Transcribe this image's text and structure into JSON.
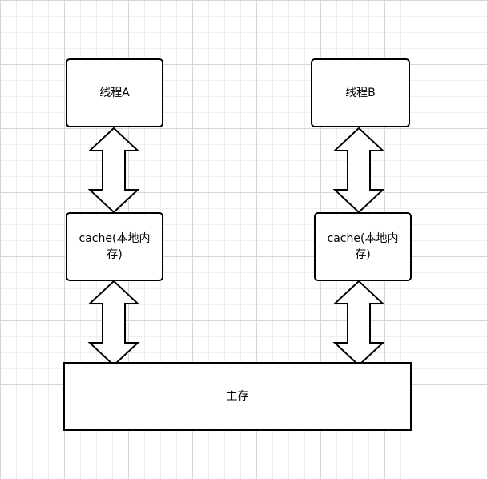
{
  "diagram": {
    "thread_a": {
      "label": "线程A"
    },
    "thread_b": {
      "label": "线程B"
    },
    "cache_a": {
      "label": "cache(本地内存)"
    },
    "cache_b": {
      "label": "cache(本地内存)"
    },
    "main_memory": {
      "label": "主存"
    }
  },
  "style": {
    "stroke_color": "#000000",
    "fill_color": "#ffffff"
  }
}
